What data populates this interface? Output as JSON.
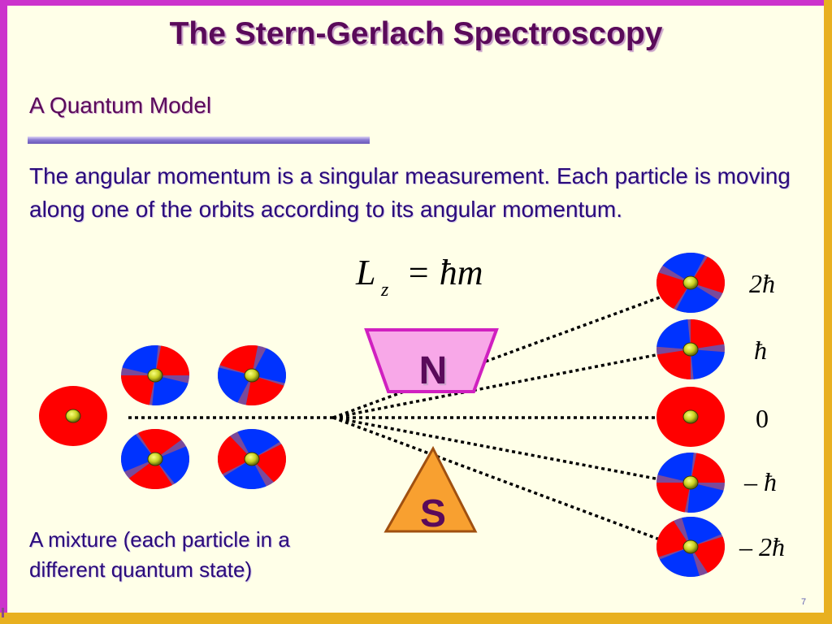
{
  "slide": {
    "title": "The Stern-Gerlach Spectroscopy",
    "subtitle": "A Quantum Model",
    "body": "The angular momentum is a singular measurement. Each particle is moving along one of the orbits according to its angular momentum.",
    "caption": "A mixture (each particle in a different quantum state)",
    "page_number": "7"
  },
  "equation": {
    "lhs": "L",
    "lhs_subscript": "z",
    "rhs": "= ħm"
  },
  "magnets": {
    "north_label": "N",
    "south_label": "S",
    "north_color": "#f8a8e8",
    "south_color": "#f8a030"
  },
  "states": [
    {
      "label": "2ħ"
    },
    {
      "label": "ħ"
    },
    {
      "label": "0"
    },
    {
      "label": "– ħ"
    },
    {
      "label": "– 2ħ"
    }
  ],
  "colors": {
    "title": "#5a0a5a",
    "text": "#2a0a7a",
    "particle_red": "#ff0000",
    "particle_blue": "#0033ff",
    "particle_core": "#c8d020",
    "frame_left": "#cc33cc",
    "frame_right": "#e8b020"
  }
}
